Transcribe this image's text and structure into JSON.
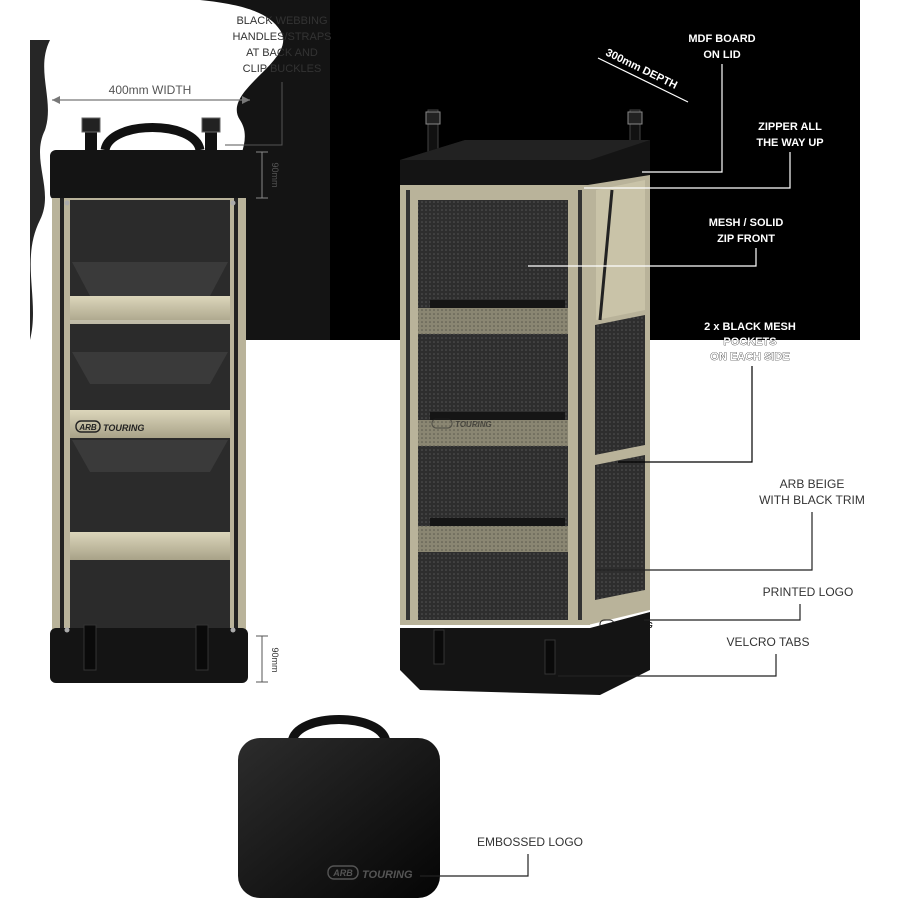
{
  "colors": {
    "beige": "#b9b39a",
    "beige_light": "#d6d0b4",
    "black": "#121212",
    "dark_panel": "#2a2a2a",
    "mesh": "#3a3a3a",
    "background_dark": "#000000",
    "background_light": "#ffffff"
  },
  "dimensions": {
    "width_label": "400mm WIDTH",
    "depth_label": "300mm DEPTH",
    "lid_height_label": "90mm",
    "base_height_label": "90mm"
  },
  "callouts": {
    "handles": [
      "BLACK WEBBING",
      "HANDLES/STRAPS",
      "AT BACK AND",
      "CLIP BUCKLES"
    ],
    "mdf": [
      "MDF BOARD",
      "ON LID"
    ],
    "zipper": [
      "ZIPPER ALL",
      "THE WAY UP"
    ],
    "mesh_front": [
      "MESH / SOLID",
      "ZIP FRONT"
    ],
    "pockets": [
      "2 x BLACK MESH",
      "POCKETS",
      "ON EACH SIDE"
    ],
    "beige_trim": [
      "ARB BEIGE",
      "WITH BLACK TRIM"
    ],
    "printed_logo": "PRINTED LOGO",
    "velcro": "VELCRO TABS",
    "embossed_logo": "EMBOSSED LOGO"
  },
  "logo": {
    "brand": "ARB",
    "product": "TOURING"
  }
}
